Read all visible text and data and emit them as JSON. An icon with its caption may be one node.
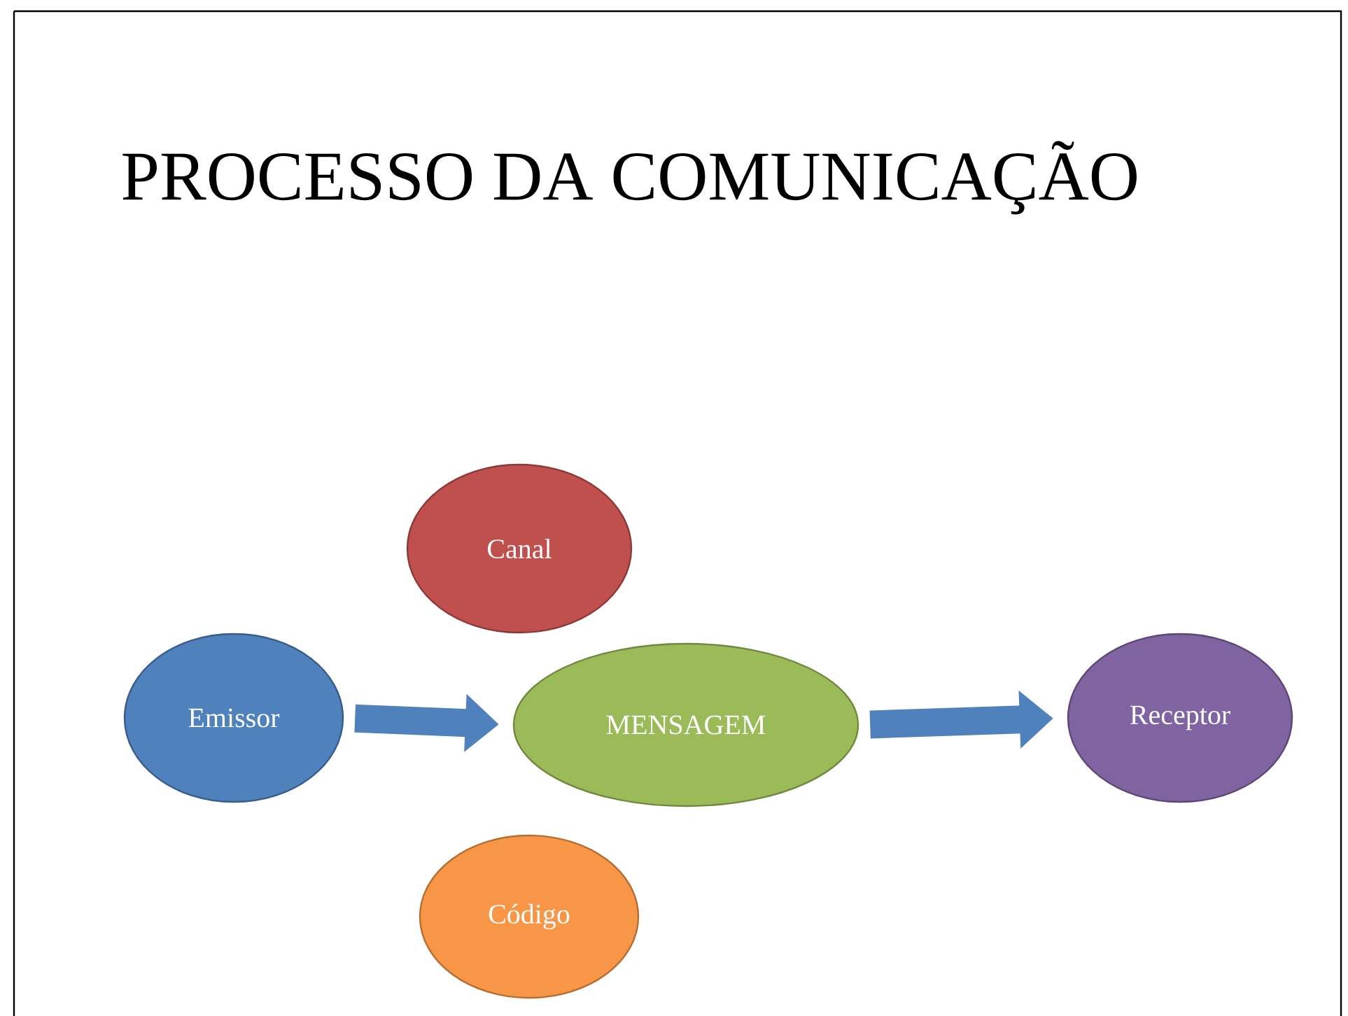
{
  "diagram": {
    "title": "PROCESSO DA COMUNICAÇÃO",
    "nodes": [
      {
        "text": [
          "Canal"
        ]
      },
      {
        "text": [
          "Emissor"
        ]
      },
      {
        "text": [
          "MENSAGEM"
        ]
      },
      {
        "text": [
          "Receptor"
        ]
      },
      {
        "text": [
          "Código"
        ]
      }
    ],
    "edges": [
      {
        "from": 1,
        "to": 2,
        "arrow": "to"
      },
      {
        "from": 2,
        "to": 3,
        "arrow": "to"
      }
    ]
  }
}
